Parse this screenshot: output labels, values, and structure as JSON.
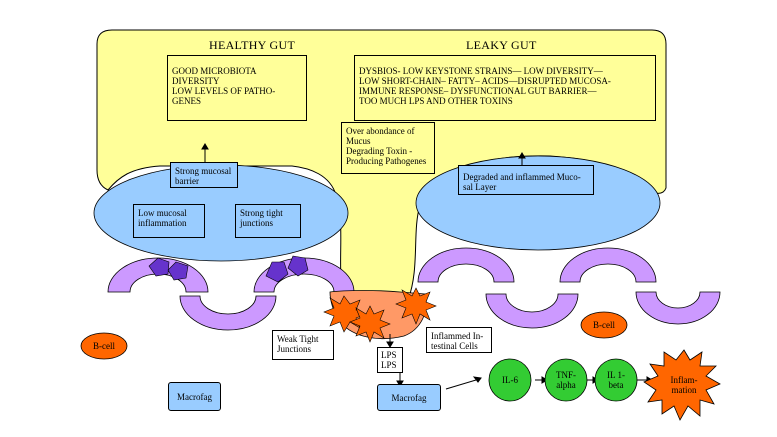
{
  "headings": {
    "healthy": "HEALTHY GUT",
    "leaky": "LEAKY GUT"
  },
  "boxes": {
    "healthy_traits": "GOOD MICROBIOTA\nDIVERSITY\nLOW LEVELS OF PATHO-\nGENES",
    "leaky_traits": "DYSBIOS- LOW KEYSTONE STRAINS— LOW DIVERSITY—\nLOW SHORT-CHAIN– FATTY– ACIDS—DISRUPTED MUCOSA-\nIMMUNE RESPONSE– DYSFUNCTIONAL GUT BARRIER—\nTOO MUCH LPS AND OTHER TOXINS",
    "mucus_pathogens": "Over abondance of\nMucus\nDegrading Toxin -\nProducing Pathogenes",
    "strong_barrier": "Strong mucosal\nbarrier",
    "degraded_layer": "Degraded and inflammed Muco-\nsal Layer",
    "low_inflammation": "Low mucosal\ninflammation",
    "strong_junctions": "Strong tight\njunctions",
    "weak_junctions": "Weak Tight\nJunctions",
    "inflamed_cells": "Inflammed In-\ntestinal Cells",
    "lps": "LPS\nLPS",
    "macrofag_left": "Macrofag",
    "macrofag_right": "Macrofag"
  },
  "cells": {
    "bcell_left": "B-cell",
    "bcell_right": "B-cell",
    "il6": "IL-6",
    "tnf": "TNF-\nalpha",
    "il1": "IL 1-\nbeta",
    "inflammation": "Inflam-\nmation"
  },
  "colors": {
    "lumen": "#ffff99",
    "mucus": "#99ccff",
    "epithelium": "#cc99ff",
    "junction": "#6633cc",
    "inflamed": "#ff9966",
    "star": "#ff6600",
    "bcell": "#ff6600",
    "cytokine": "#33cc33",
    "macrofag": "#99ccff"
  }
}
